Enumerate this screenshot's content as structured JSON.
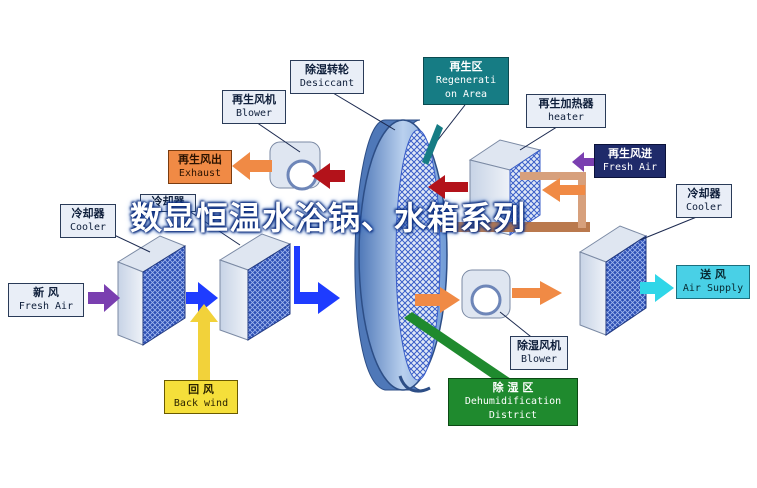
{
  "diagram": {
    "labels": {
      "desiccant_rotor": {
        "zh": "除湿转轮",
        "en": "Desiccant"
      },
      "regeneration_area": {
        "zh": "再生区",
        "en1": "Regenerati",
        "en2": "on Area"
      },
      "regen_blower": {
        "zh": "再生风机",
        "en": "Blower"
      },
      "regen_heater": {
        "zh": "再生加热器",
        "en": "heater"
      },
      "exhaust": {
        "zh": "再生风出",
        "en": "Exhaust"
      },
      "regen_fresh_air": {
        "zh": "再生风进",
        "en": "Fresh Air"
      },
      "cooler_left": {
        "zh": "冷却器",
        "en": "Cooler"
      },
      "cooler_right": {
        "zh": "冷却器",
        "en": "Cooler"
      },
      "cooler_partial": {
        "zh": "冷却器"
      },
      "fresh_air_in": {
        "zh": "新  风",
        "en": "Fresh Air"
      },
      "air_supply": {
        "zh": "送  风",
        "en": "Air Supply"
      },
      "back_wind": {
        "zh": "回  风",
        "en": "Back wind"
      },
      "process_blower": {
        "zh": "除湿风机",
        "en": "Blower"
      },
      "dehumid_district": {
        "zh": "除  湿  区",
        "en1": "Dehumidification",
        "en2": "District"
      }
    },
    "colors": {
      "orange_arrow": "#f08a45",
      "blue_arrow": "#1e3cff",
      "dark_red_arrow": "#b3121a",
      "yellow_arrow": "#f2d23a",
      "purple_arrow": "#7a3fb0",
      "cyan_arrow": "#2fd6e8",
      "rotor_blue": "#6f9ad6",
      "coil_blue": "#3a5ec8"
    }
  },
  "overlay": {
    "title": "数显恒温水浴锅、水箱系列"
  }
}
